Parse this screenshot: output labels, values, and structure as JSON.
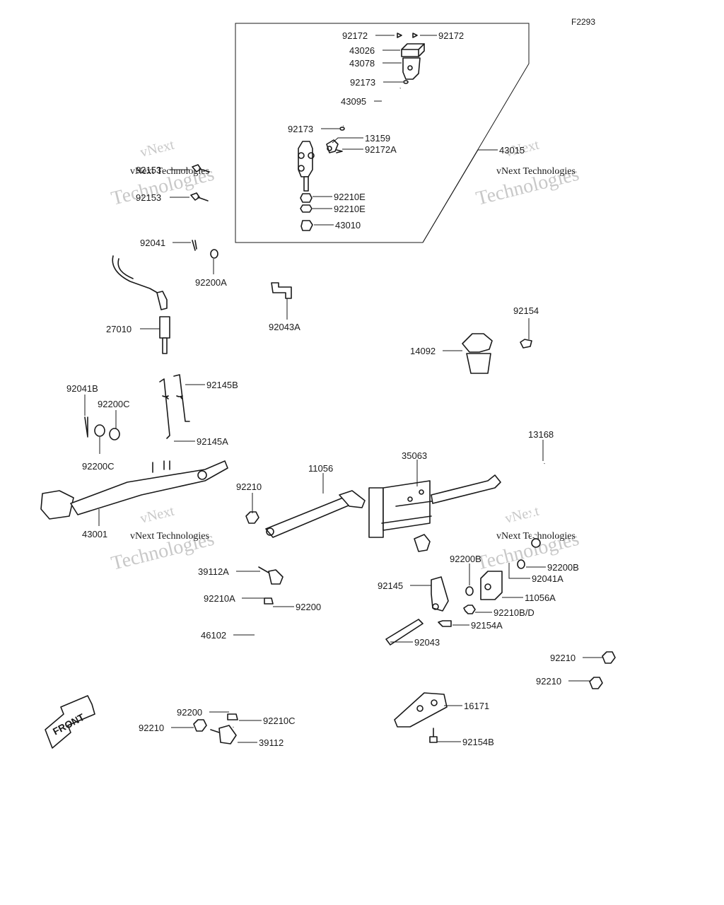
{
  "diagram_code": "F2293",
  "watermark": {
    "line1": "vNext",
    "line2": "Technologies",
    "line3": "vNext Technologies"
  },
  "front_label": "FRONT",
  "labels": {
    "l92172a": "92172",
    "l92172b": "92172",
    "l43026": "43026",
    "l43078": "43078",
    "l92173a": "92173",
    "l43095": "43095",
    "l92173b": "92173",
    "l13159": "13159",
    "l92172A": "92172A",
    "l43015": "43015",
    "l92153a": "92153",
    "l92153b": "92153",
    "l92210Ea": "92210E",
    "l92210Eb": "92210E",
    "l43010": "43010",
    "l92041": "92041",
    "l92200A": "92200A",
    "l27010": "27010",
    "l92043A": "92043A",
    "l92154": "92154",
    "l14092": "14092",
    "l92041B": "92041B",
    "l92200Ca": "92200C",
    "l92200Cb": "92200C",
    "l92145B": "92145B",
    "l92145A": "92145A",
    "l43001": "43001",
    "l11056": "11056",
    "l35063": "35063",
    "l13168": "13168",
    "l92210a": "92210",
    "l39112A": "39112A",
    "l92210A": "92210A",
    "l92200a": "92200",
    "l46102": "46102",
    "l92200B1": "92200B",
    "l92200B2": "92200B",
    "l92041A": "92041A",
    "l11056A": "11056A",
    "l92145": "92145",
    "l92210BD": "92210B/D",
    "l92154A": "92154A",
    "l92043": "92043",
    "l92210b": "92210",
    "l92210c": "92210",
    "l16171": "16171",
    "l92154B": "92154B",
    "l92200b": "92200",
    "l92210C": "92210C",
    "l92210d": "92210",
    "l39112": "39112"
  }
}
